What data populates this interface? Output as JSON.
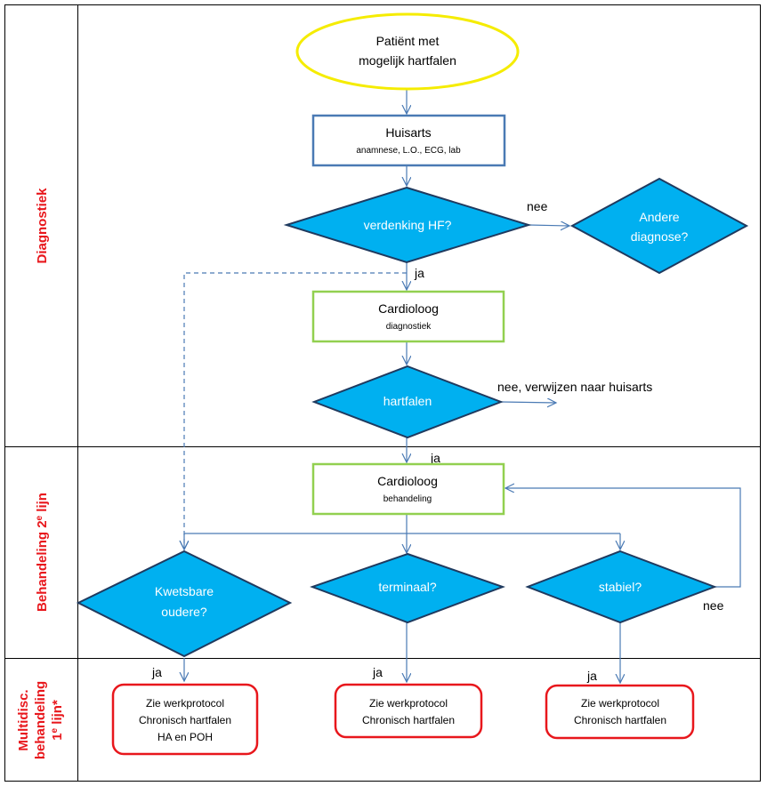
{
  "lanes": {
    "diagnostiek": "Diagnostiek",
    "behandeling_main": "Behandeling 2",
    "behandeling_sup": "e",
    "behandeling_tail": " lijn",
    "multi_line1": "Multidisc.",
    "multi_line2": "behandeling",
    "multi_line3_main": "1",
    "multi_line3_sup": "e",
    "multi_line3_tail": " lijn*"
  },
  "nodes": {
    "start": {
      "line1": "Patiënt met",
      "line2": "mogelijk hartfalen"
    },
    "huisarts": {
      "title": "Huisarts",
      "sub": "anamnese, L.O., ECG, lab"
    },
    "verdenking": {
      "label": "verdenking HF?"
    },
    "andere": {
      "line1": "Andere",
      "line2": "diagnose?"
    },
    "cardioloog_diag": {
      "title": "Cardioloog",
      "sub": "diagnostiek"
    },
    "hartfalen": {
      "label": "hartfalen"
    },
    "cardioloog_beh": {
      "title": "Cardioloog",
      "sub": "behandeling"
    },
    "kwetsbare": {
      "line1": "Kwetsbare",
      "line2": "oudere?"
    },
    "terminaal": {
      "label": "terminaal?"
    },
    "stabiel": {
      "label": "stabiel?"
    },
    "protocol_ha": {
      "line1": "Zie werkprotocol",
      "line2": "Chronisch hartfalen",
      "line3": "HA en POH"
    },
    "protocol_terminaal": {
      "line1": "Zie werkprotocol",
      "line2": "Chronisch hartfalen"
    },
    "protocol_stabiel": {
      "line1": "Zie werkprotocol",
      "line2": "Chronisch hartfalen"
    }
  },
  "edge_labels": {
    "nee_verdenking": "nee",
    "ja_verdenking": "ja",
    "nee_hartfalen": "nee, verwijzen naar huisarts",
    "ja_hartfalen": "ja",
    "ja_kwetsbare": "ja",
    "ja_terminaal": "ja",
    "ja_stabiel": "ja",
    "nee_stabiel": "nee"
  },
  "colors": {
    "start_stroke": "#f5ec00",
    "huisarts_stroke": "#4a7ab4",
    "cardioloog_stroke": "#92d050",
    "diamond_fill": "#00b0f0",
    "diamond_stroke": "#1f3a5f",
    "protocol_stroke": "#e8171c",
    "connector": "#4a7ab4",
    "lane_label": "#e8171c"
  }
}
